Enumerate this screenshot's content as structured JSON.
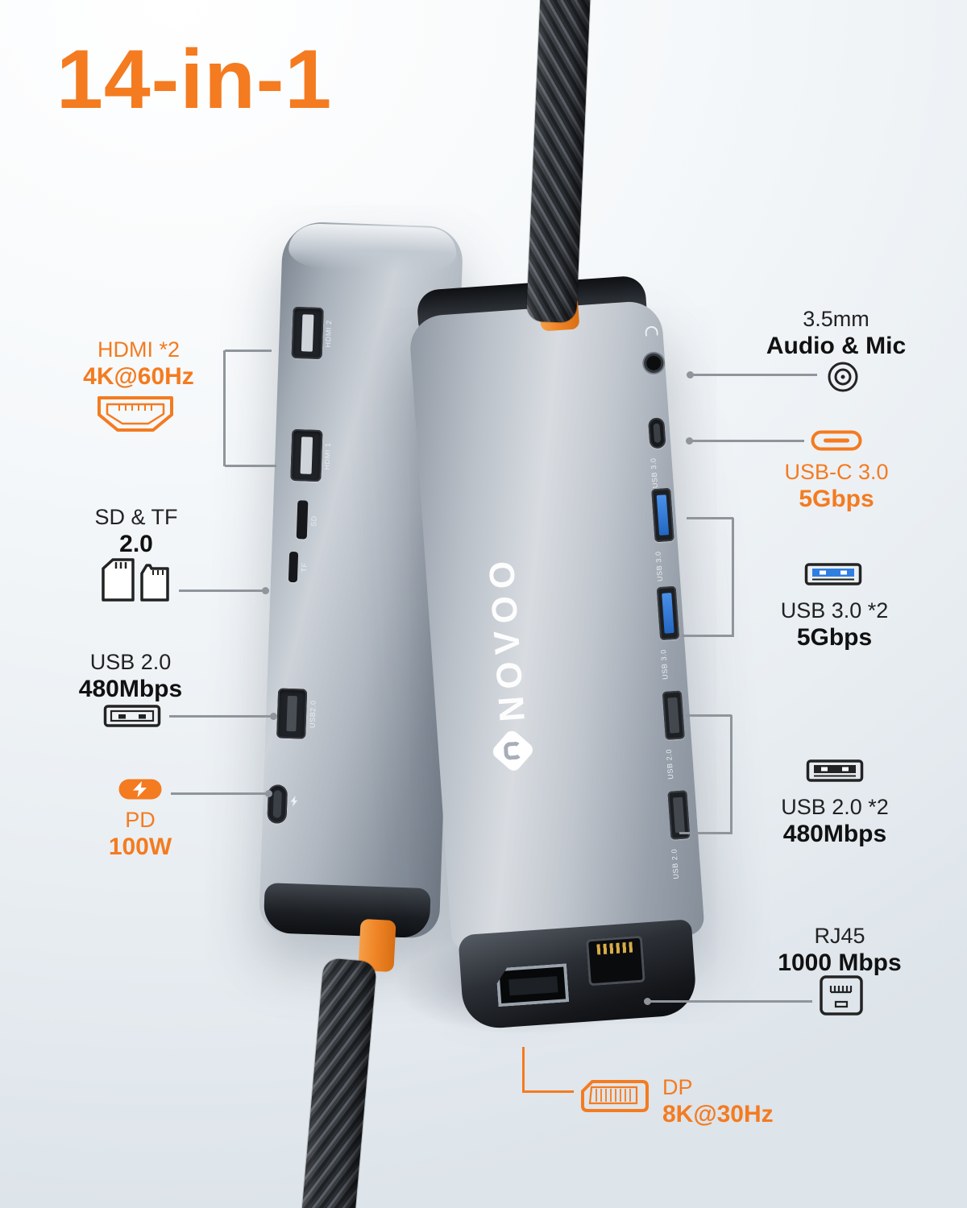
{
  "title": "14-in-1",
  "device": {
    "brand": "NOVOO",
    "rear_port_labels": {
      "hdmi2": "HDMI 2",
      "hdmi1": "HDMI 1",
      "sd": "SD",
      "tf": "TF",
      "usb20": "USB2.0"
    },
    "front_port_labels": {
      "usbc": "USB 3.0",
      "usb3_top": "USB 3.0",
      "usb3_bottom": "USB 3.0",
      "usb2_top": "USB 2.0",
      "usb2_bottom": "USB 2.0"
    }
  },
  "callouts": {
    "hdmi": {
      "label": "HDMI *2",
      "value": "4K@60Hz"
    },
    "sdtf": {
      "label": "SD & TF",
      "value": "2.0"
    },
    "usb2_left": {
      "label": "USB 2.0",
      "value": "480Mbps"
    },
    "pd": {
      "label": "PD",
      "value": "100W"
    },
    "audio": {
      "label": "3.5mm",
      "value": "Audio & Mic"
    },
    "usbc": {
      "label": "USB-C 3.0",
      "value": "5Gbps"
    },
    "usb3": {
      "label": "USB 3.0 *2",
      "value": "5Gbps"
    },
    "usb2_right": {
      "label": "USB 2.0 *2",
      "value": "480Mbps"
    },
    "rj45": {
      "label": "RJ45",
      "value": "1000 Mbps"
    },
    "dp": {
      "label": "DP",
      "value": "8K@30Hz"
    }
  },
  "icons": {
    "hdmi": "hdmi-connector-icon",
    "sdtf": "sd-tf-cards-icon",
    "usb2_left": "usb-a-port-icon",
    "pd": "usb-c-power-delivery-icon",
    "audio": "audio-jack-icon",
    "usbc": "usb-c-port-icon",
    "usb3": "usb3-port-icon",
    "usb2_right": "usb2-port-icon",
    "rj45": "ethernet-port-icon",
    "dp": "displayport-icon"
  },
  "colors": {
    "accent": "#F47B20",
    "text": "#1B1B1B",
    "connector_line": "#8F959B",
    "usb3_blue": "#2F7FE0"
  }
}
